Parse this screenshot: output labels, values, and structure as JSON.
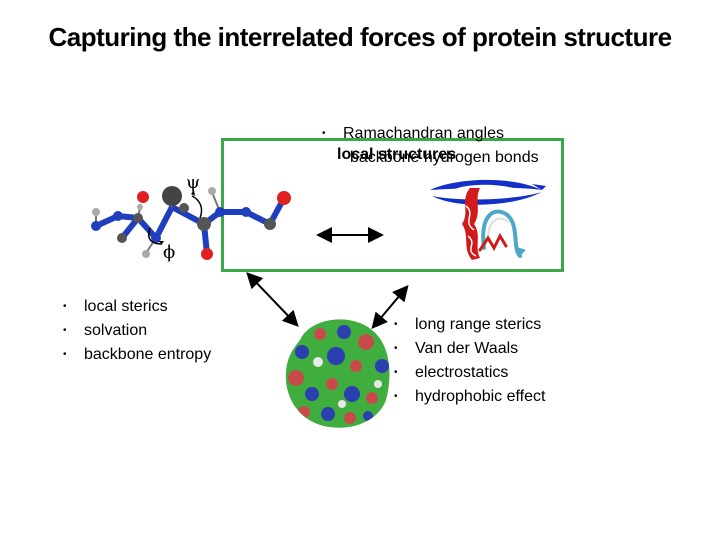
{
  "title": "Capturing the interrelated forces of protein structure",
  "local_box": {
    "label": "local structures",
    "items": [
      "Ramachandran angles",
      "backbone hydrogen bonds"
    ]
  },
  "backbone": {
    "psi_symbol": "ψ",
    "phi_symbol": "ϕ",
    "items": [
      "local sterics",
      "solvation",
      "backbone entropy"
    ]
  },
  "tertiary": {
    "items": [
      "long range sterics",
      "Van der Waals",
      "electrostatics",
      "hydrophobic effect"
    ]
  },
  "colors": {
    "box_border": "#3aa84a",
    "atom_blue": "#1f3fbf",
    "atom_red": "#e02020",
    "atom_gray": "#555555"
  }
}
